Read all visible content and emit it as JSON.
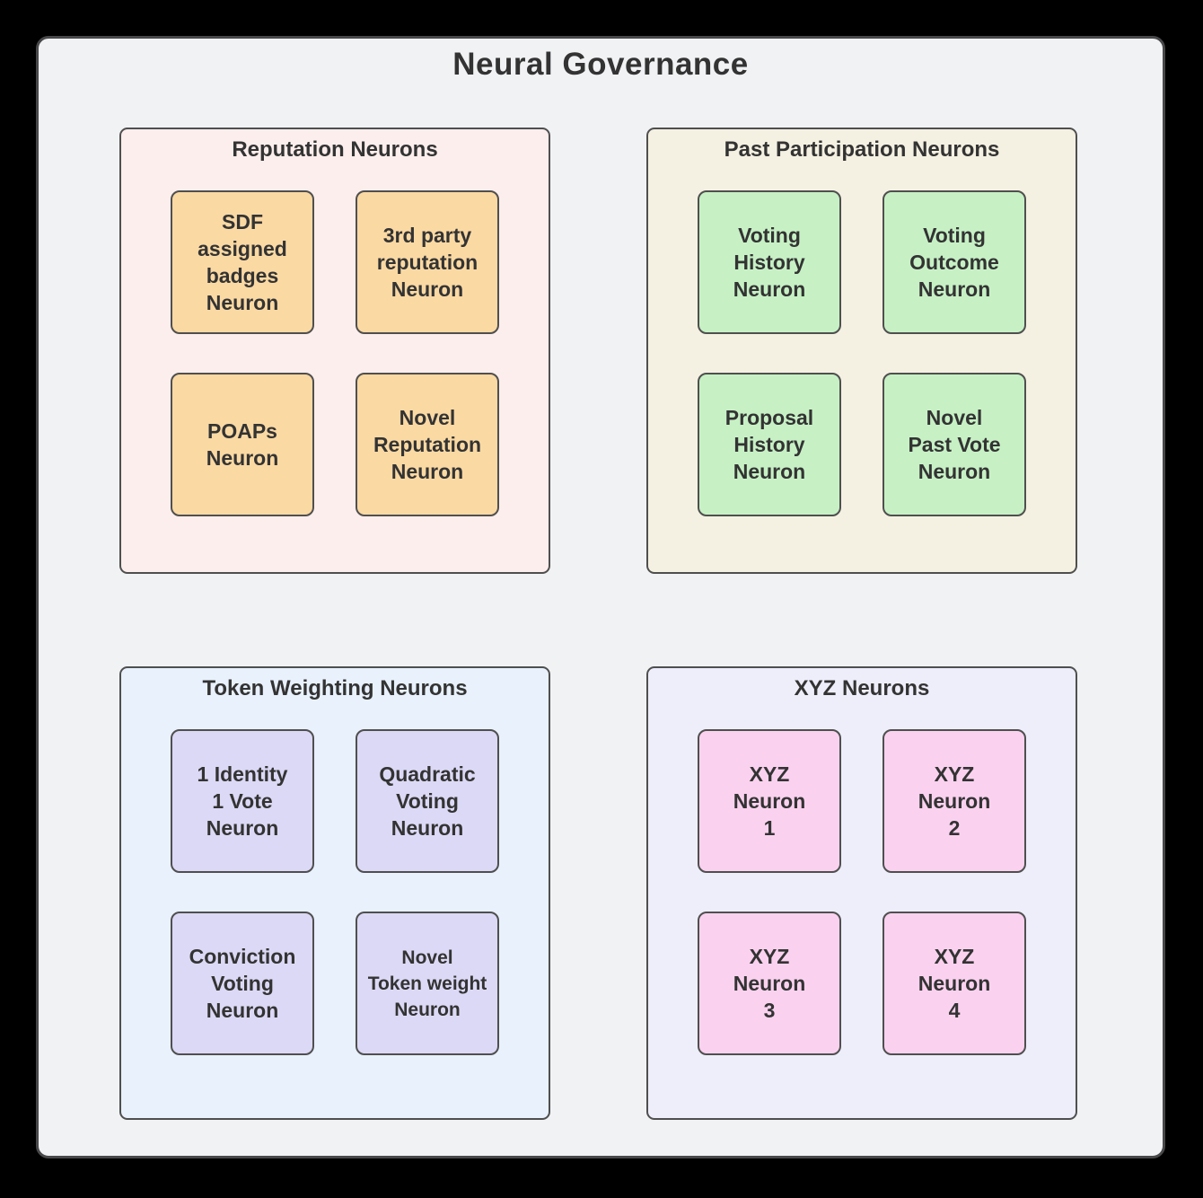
{
  "diagram": {
    "title": "Neural Governance"
  },
  "colors": {
    "canvas_background": "#000000",
    "container_background": "#f1f2f4",
    "stroke": "#4f4f4f",
    "text": "#333333"
  },
  "groups": [
    {
      "title": "Reputation Neurons",
      "bg": "#fceeec",
      "box_bg": "#fbd9a3",
      "boxes": [
        {
          "label": "SDF\nassigned\nbadges\nNeuron"
        },
        {
          "label": "3rd party\nreputation\nNeuron"
        },
        {
          "label": "POAPs\nNeuron"
        },
        {
          "label": "Novel\nReputation\nNeuron"
        }
      ]
    },
    {
      "title": "Past Participation Neurons",
      "bg": "#f5f1e2",
      "box_bg": "#c7f1c5",
      "boxes": [
        {
          "label": "Voting\nHistory\nNeuron"
        },
        {
          "label": "Voting\nOutcome\nNeuron"
        },
        {
          "label": "Proposal\nHistory\nNeuron"
        },
        {
          "label": "Novel\nPast Vote\nNeuron"
        }
      ]
    },
    {
      "title": "Token Weighting Neurons",
      "bg": "#e8f1fc",
      "box_bg": "#dcd9f6",
      "boxes": [
        {
          "label": "1 Identity\n1 Vote\nNeuron"
        },
        {
          "label": "Quadratic\nVoting\nNeuron"
        },
        {
          "label": "Conviction\nVoting\nNeuron"
        },
        {
          "label": "Novel\nToken weight\nNeuron"
        }
      ]
    },
    {
      "title": "XYZ Neurons",
      "bg": "#eeeefb",
      "box_bg": "#fad2ef",
      "boxes": [
        {
          "label": "XYZ\nNeuron\n1"
        },
        {
          "label": "XYZ\nNeuron\n2"
        },
        {
          "label": "XYZ\nNeuron\n3"
        },
        {
          "label": "XYZ\nNeuron\n4"
        }
      ]
    }
  ]
}
